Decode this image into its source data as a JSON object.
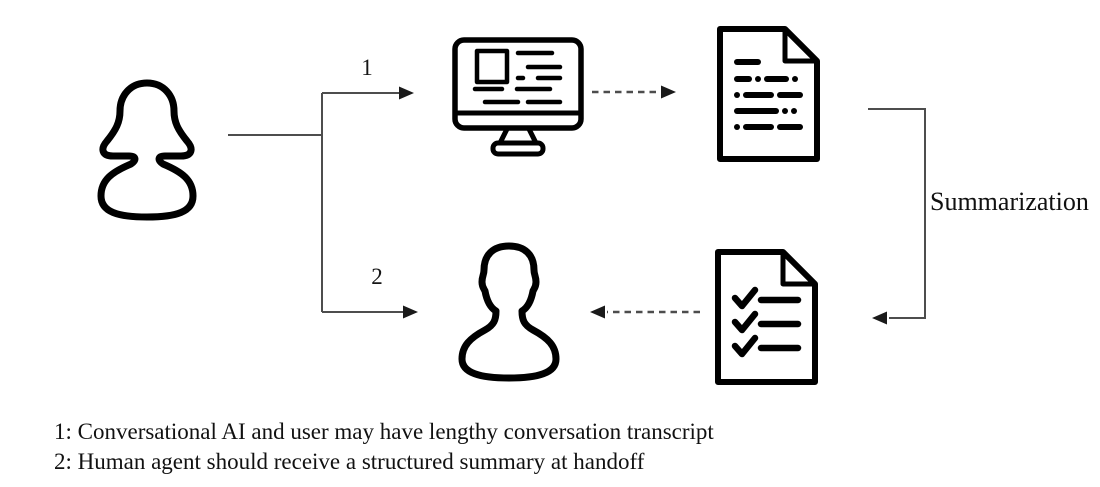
{
  "diagram": {
    "colors": {
      "background": "#ffffff",
      "connector_line": "#4d4d4d",
      "arrowhead": "#1a1a1a",
      "icon_stroke": "#000000",
      "text": "#111111"
    },
    "labels": {
      "step1": "1",
      "step2": "2",
      "summarization": "Summarization"
    },
    "icons": {
      "user": "woman-user-icon",
      "conversational_ai": "computer-monitor-icon",
      "transcript": "document-transcript-icon",
      "summary": "document-checklist-icon",
      "human_agent": "man-user-icon"
    },
    "legend": {
      "line1": "1: Conversational AI and user may have lengthy conversation transcript",
      "line2": "2: Human agent should receive a structured summary at handoff"
    }
  }
}
